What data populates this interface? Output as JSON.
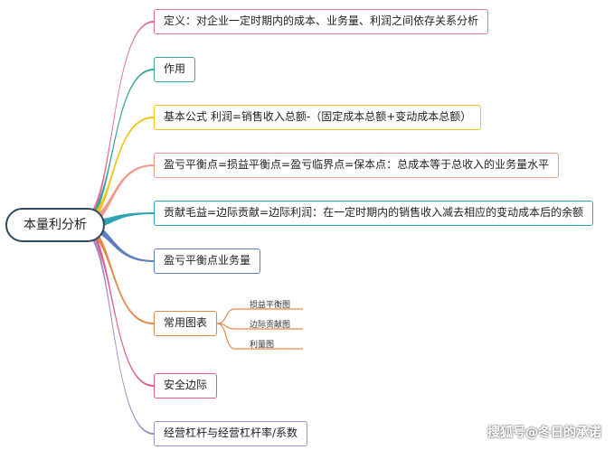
{
  "root": {
    "label": "本量利分析"
  },
  "branches": [
    {
      "label": "定义：对企业一定时期内的成本、业务量、利润之间依存关系分析",
      "color": "#e07098"
    },
    {
      "label": "作用",
      "color": "#3aa6a0"
    },
    {
      "label": "基本公式   利润=销售收入总额-（固定成本总额+变动成本总额）",
      "color": "#f2c318"
    },
    {
      "label": "盈亏平衡点=损益平衡点=盈亏临界点=保本点：总成本等于总收入的业务量水平",
      "color": "#ef9a8c"
    },
    {
      "label": "贡献毛益=边际贡献=边际利润：在一定时期内的销售收入减去相应的变动成本后的余额",
      "color": "#2fa3b5"
    },
    {
      "label": "盈亏平衡点业务量",
      "color": "#5d7fc0"
    },
    {
      "label": "常用图表",
      "color": "#e08a4a",
      "children": [
        {
          "label": "损益平衡图"
        },
        {
          "label": "边际贡献图"
        },
        {
          "label": "利量图"
        }
      ]
    },
    {
      "label": "安全边际",
      "color": "#e05a8a"
    },
    {
      "label": "经营杠杆与经营杠杆率/系数",
      "color": "#a58dc6"
    }
  ],
  "watermark": "搜狐号@冬日的承诺"
}
